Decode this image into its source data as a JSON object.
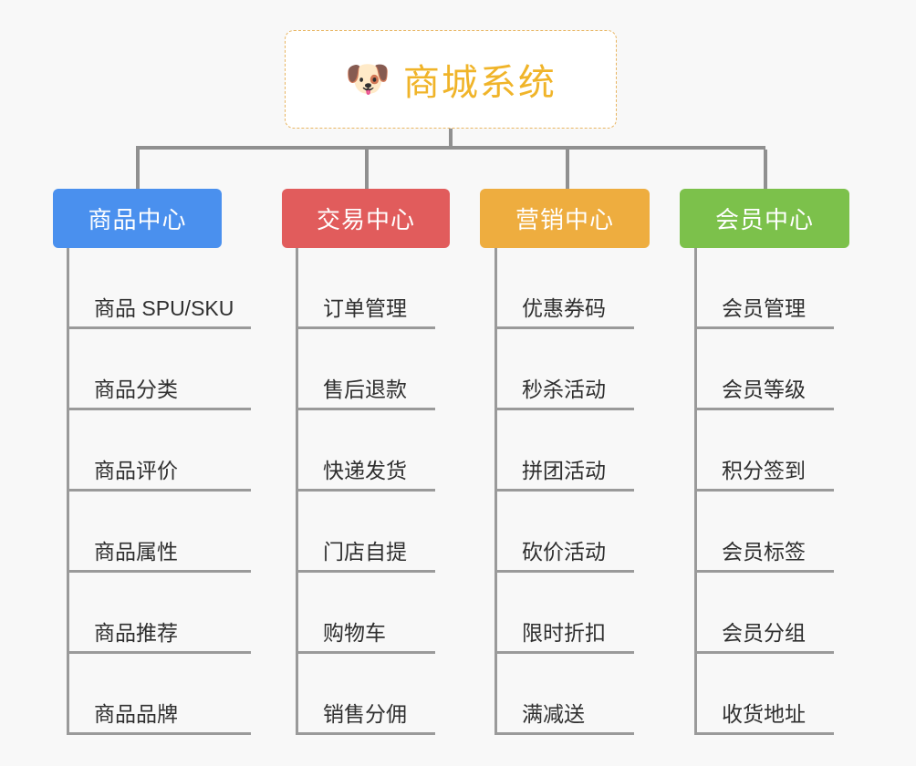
{
  "background_color": "#f8f8f8",
  "line_color": "#909090",
  "root": {
    "icon": "dog-face-icon",
    "icon_glyph": "🐶",
    "title": "商城系统",
    "title_color": "#f0b429",
    "border_color": "#e8b562",
    "background": "#ffffff"
  },
  "branches": [
    {
      "key": "product-center",
      "label": "商品中心",
      "color": "#4a90ee",
      "items": [
        "商品 SPU/SKU",
        "商品分类",
        "商品评价",
        "商品属性",
        "商品推荐",
        "商品品牌"
      ]
    },
    {
      "key": "trade-center",
      "label": "交易中心",
      "color": "#e15c5c",
      "items": [
        "订单管理",
        "售后退款",
        "快递发货",
        "门店自提",
        "购物车",
        "销售分佣"
      ]
    },
    {
      "key": "marketing-center",
      "label": "营销中心",
      "color": "#eead3f",
      "items": [
        "优惠券码",
        "秒杀活动",
        "拼团活动",
        "砍价活动",
        "限时折扣",
        "满减送"
      ]
    },
    {
      "key": "member-center",
      "label": "会员中心",
      "color": "#7cc14b",
      "items": [
        "会员管理",
        "会员等级",
        "积分签到",
        "会员标签",
        "会员分组",
        "收货地址"
      ]
    }
  ]
}
